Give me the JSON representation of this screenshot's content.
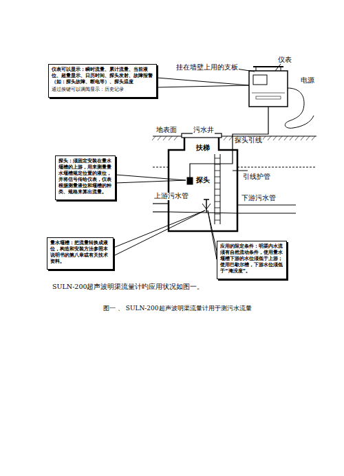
{
  "diagram": {
    "caption": "图一 、 SULN-200超声波明渠流量计用于测污水流量",
    "nodes": [
      {
        "text": [
          "仪表可以显示：瞬时流量、累计流量、当前液位、超量显示、日历时间、探头发射、故障报警（如：探头故障、断电等）、探头温度",
          "通过按键可以调阅显示：历史记录"
        ]
      },
      {
        "text": [
          "探头：须固定安装在量水堰槽的上游，用来测量量水堰槽规定位置的液位，并将信号传给仪表，仪表根据测量液位和堰槽的种类、规格来算出流量。"
        ]
      },
      {
        "text": [
          "量水堰槽：把流量转换成液位，构造和安装方法参照本说明书的第八章或有关技术资料。"
        ]
      },
      {
        "text": [
          "应用的限定条件：明渠内水流须有自然流动条件，使用量水堰槽下游的水位须低于上游；使用巴歇尔槽，下游水位须低于“淹没度”。"
        ]
      }
    ],
    "labels": [
      "仪表",
      "挂在墙壁上用的支板",
      "电源",
      "地表面",
      "污水井",
      "探头引线",
      "扶梯",
      "探头",
      "引线护管",
      "上游污水管",
      "下游污水管",
      "SULN-200超声波明渠流量计旳应用状况如图一。"
    ]
  }
}
